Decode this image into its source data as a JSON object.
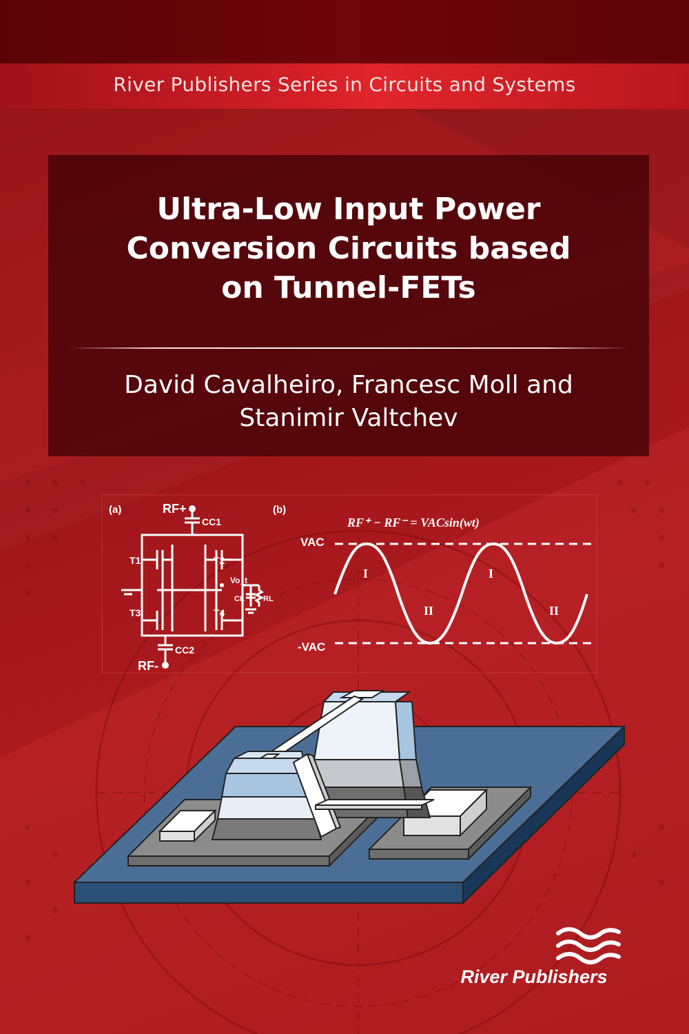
{
  "series": {
    "title": "River Publishers Series in Circuits and Systems"
  },
  "book": {
    "title_lines": [
      "Ultra-Low Input Power",
      "Conversion Circuits based",
      "on Tunnel-FETs"
    ],
    "author_lines": [
      "David Cavalheiro, Francesc Moll and",
      "Stanimir Valtchev"
    ]
  },
  "figure_a": {
    "panel_label": "(a)",
    "labels": {
      "rf_plus": "RF+",
      "rf_minus": "RF-",
      "cc1": "CC1",
      "cc2": "CC2",
      "t1": "T1",
      "t2": "T2",
      "t3": "T3",
      "t4": "T4",
      "vout": "Vo_t",
      "cl": "CL",
      "rl": "RL"
    }
  },
  "figure_b": {
    "panel_label": "(b)",
    "equation": "RF⁺ − RF⁻ = VACsin(wt)",
    "vac": "VAC",
    "neg_vac": "-VAC",
    "regions": [
      "I",
      "II",
      "I",
      "II"
    ]
  },
  "publisher": {
    "name": "River Publishers"
  },
  "colors": {
    "background": "#b51c21",
    "band": "#6e060a",
    "series_band": "#d41f27",
    "panel": "#370004"
  }
}
